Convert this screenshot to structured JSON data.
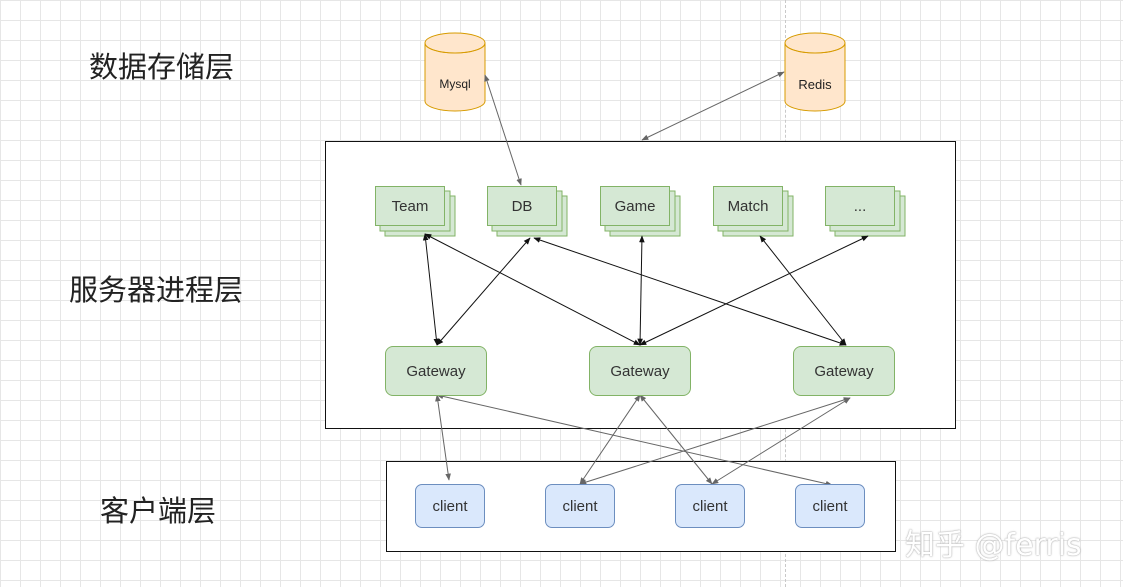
{
  "layers": {
    "storage": "数据存储层",
    "server": "服务器进程层",
    "client": "客户端层"
  },
  "databases": {
    "mysql": "Mysql",
    "redis": "Redis"
  },
  "services": [
    "Team",
    "DB",
    "Game",
    "Match",
    "..."
  ],
  "gateways": [
    "Gateway",
    "Gateway",
    "Gateway"
  ],
  "clients": [
    "client",
    "client",
    "client",
    "client"
  ],
  "watermark": "知乎 @ferris",
  "colors": {
    "service_fill": "#d5e8d4",
    "service_stroke": "#82b366",
    "client_fill": "#dae8fc",
    "client_stroke": "#6c8ebf",
    "db_fill": "#ffe6cc",
    "db_stroke": "#d79b00"
  }
}
